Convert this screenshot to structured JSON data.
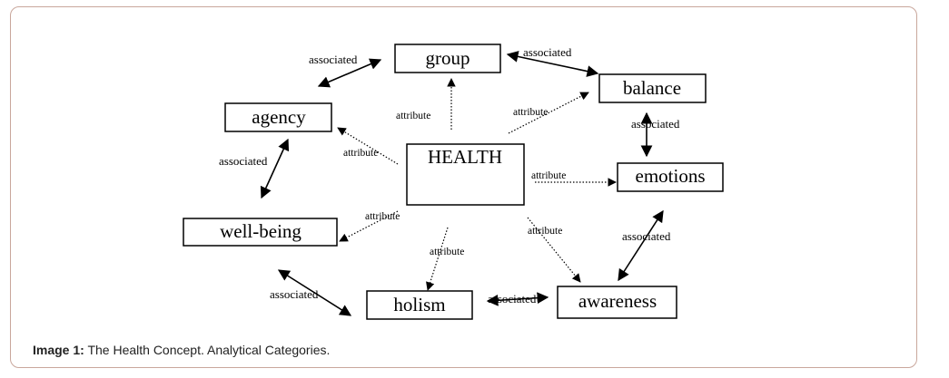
{
  "diagram": {
    "nodes": {
      "health": "HEALTH",
      "group": "group",
      "balance": "balance",
      "agency": "agency",
      "emotions": "emotions",
      "wellbeing": "well-being",
      "holism": "holism",
      "awareness": "awareness"
    },
    "edge_labels": {
      "attr_group": "attribute",
      "attr_balance": "attribute",
      "attr_agency": "attribute",
      "attr_emotions": "attribute",
      "attr_wellbeing": "attribute",
      "attr_holism": "attribute",
      "attr_awareness": "attribute",
      "assoc_agency_group": "associated",
      "assoc_group_balance": "associated",
      "assoc_balance_emotions": "associated",
      "assoc_agency_wellbeing": "associated",
      "assoc_emotions_awareness": "associated",
      "assoc_wellbeing_holism": "associated",
      "assoc_holism_awareness": "associated"
    }
  },
  "caption": {
    "label": "Image 1:",
    "text": "The Health Concept. Analytical Categories."
  }
}
